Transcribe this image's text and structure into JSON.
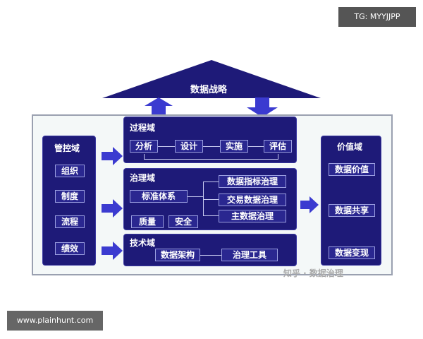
{
  "badge_top": "TG: MYYJJPP",
  "badge_bottom": "www.plainhunt.com",
  "watermark": "知乎 · 数据治理",
  "strategy": "数据战略",
  "control": {
    "title": "管控域",
    "items": [
      "组织",
      "制度",
      "流程",
      "绩效"
    ]
  },
  "process": {
    "title": "过程域",
    "steps": [
      "分析",
      "设计",
      "实施",
      "评估"
    ]
  },
  "governance": {
    "title": "治理域",
    "standard": "标准体系",
    "quality": "质量",
    "security": "安全",
    "targets": [
      "数据指标治理",
      "交易数据治理",
      "主数据治理"
    ]
  },
  "tech": {
    "title": "技术域",
    "arch": "数据架构",
    "tools": "治理工具"
  },
  "value": {
    "title": "价值域",
    "items": [
      "数据价值",
      "数据共享",
      "数据变现"
    ]
  },
  "colors": {
    "primary": "#1e1a78",
    "arrow": "#3b3bd0"
  }
}
